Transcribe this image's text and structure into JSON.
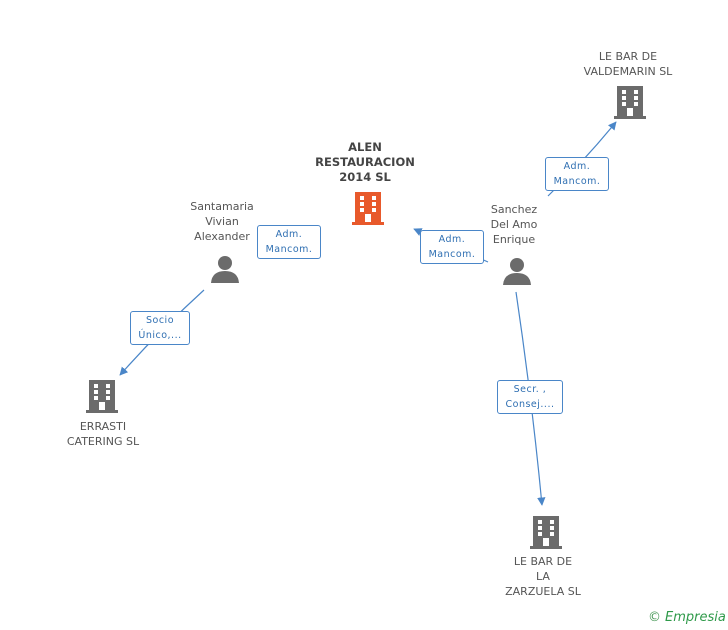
{
  "nodes": {
    "center": {
      "lines": [
        "ALEN",
        "RESTAURACION",
        "2014  SL"
      ]
    },
    "santamaria": {
      "lines": [
        "Santamaria",
        "Vivian",
        "Alexander"
      ]
    },
    "sanchez": {
      "lines": [
        "Sanchez",
        "Del Amo",
        "Enrique"
      ]
    },
    "valdemarin": {
      "lines": [
        "LE BAR DE",
        "VALDEMARIN SL"
      ]
    },
    "errasti": {
      "lines": [
        "ERRASTI",
        "CATERING SL"
      ]
    },
    "zarzuela": {
      "lines": [
        "LE BAR DE",
        "LA",
        "ZARZUELA  SL"
      ]
    }
  },
  "edges": {
    "santamaria_center": {
      "lines": [
        "Adm.",
        "Mancom."
      ]
    },
    "sanchez_center": {
      "lines": [
        "Adm.",
        "Mancom."
      ]
    },
    "sanchez_valdemarin": {
      "lines": [
        "Adm.",
        "Mancom."
      ]
    },
    "santamaria_errasti": {
      "lines": [
        "Socio",
        "Único,..."
      ]
    },
    "sanchez_zarzuela": {
      "lines": [
        "Secr. ,",
        "Consej...."
      ]
    }
  },
  "colors": {
    "edge": "#4a86c8",
    "company": "#6b6b6b",
    "center_company": "#e8592b",
    "person": "#6b6b6b"
  },
  "icons": {
    "company": "building-icon",
    "person": "person-icon"
  },
  "footer": {
    "copyright": "©",
    "brand": "Empresia"
  }
}
